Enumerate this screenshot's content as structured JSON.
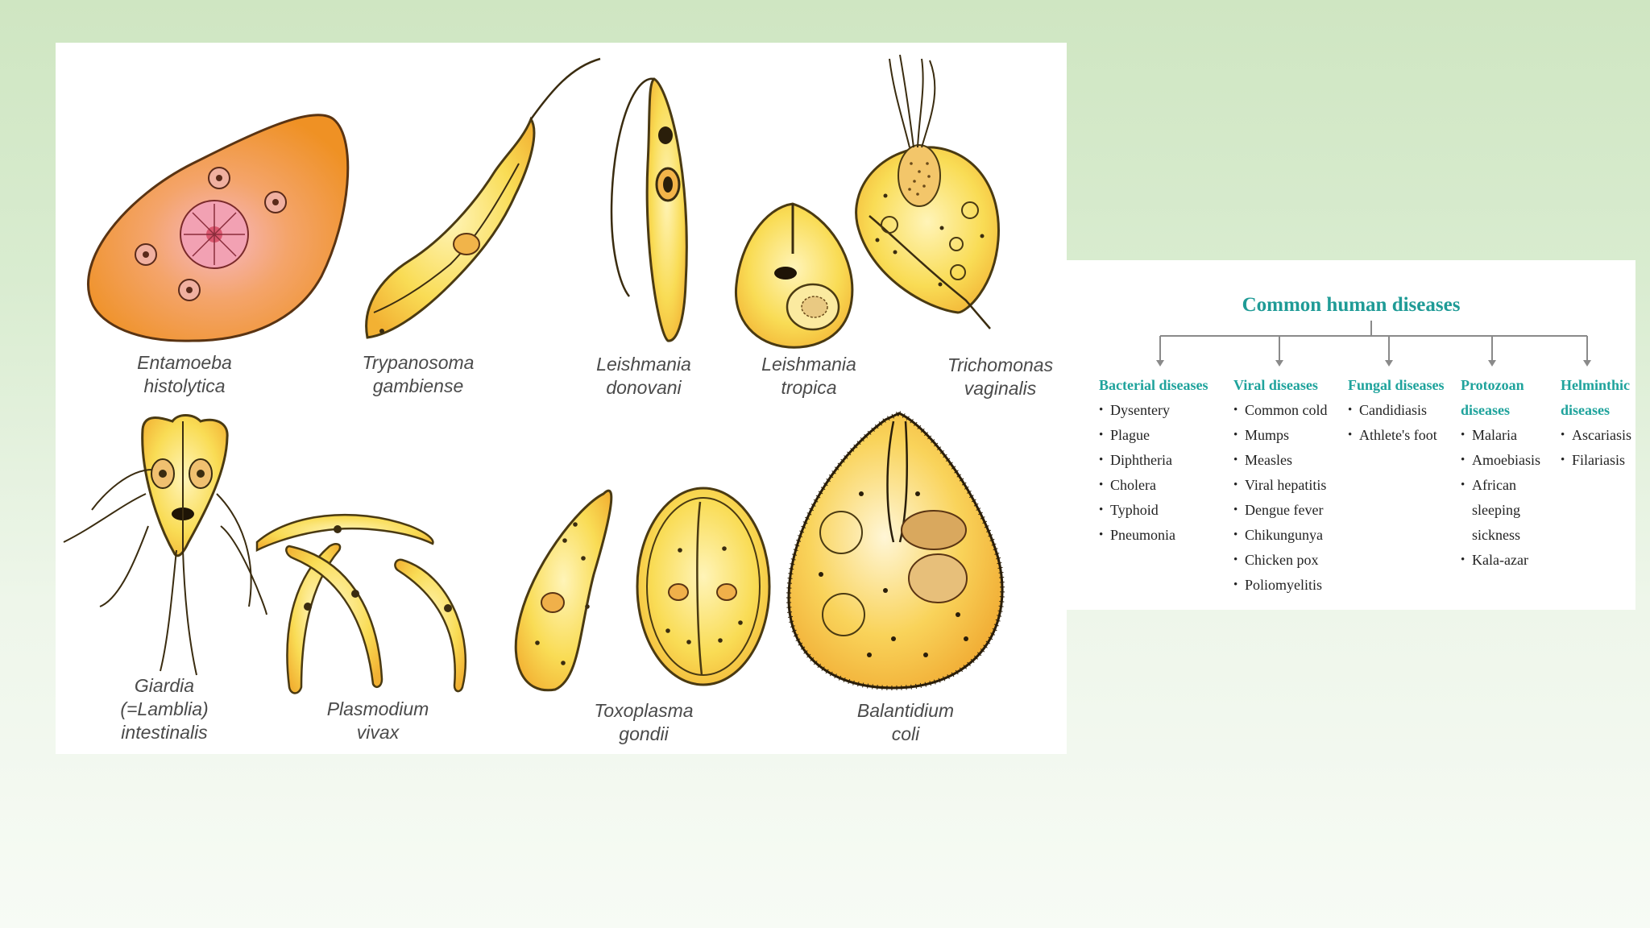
{
  "organisms": [
    {
      "id": "entamoeba",
      "line1": "Entamoeba",
      "line2": "histolytica"
    },
    {
      "id": "trypanosoma",
      "line1": "Trypanosoma",
      "line2": "gambiense"
    },
    {
      "id": "l-donovani",
      "line1": "Leishmania",
      "line2": "donovani"
    },
    {
      "id": "l-tropica",
      "line1": "Leishmania",
      "line2": "tropica"
    },
    {
      "id": "trichomonas",
      "line1": "Trichomonas",
      "line2": "vaginalis"
    },
    {
      "id": "giardia",
      "line1": "Giardia",
      "line2": "(=Lamblia)",
      "line3": "intestinalis"
    },
    {
      "id": "plasmodium",
      "line1": "Plasmodium",
      "line2": "vivax"
    },
    {
      "id": "toxoplasma",
      "line1": "Toxoplasma",
      "line2": "gondii"
    },
    {
      "id": "balantidium",
      "line1": "Balantidium",
      "line2": "coli"
    }
  ],
  "disease_chart": {
    "title": "Common human diseases",
    "categories": [
      {
        "heading": [
          "Bacterial diseases"
        ],
        "items": [
          "Dysentery",
          "Plague",
          "Diphtheria",
          "Cholera",
          "Typhoid",
          "Pneumonia"
        ]
      },
      {
        "heading": [
          "Viral diseases"
        ],
        "items": [
          "Common cold",
          "Mumps",
          "Measles",
          "Viral hepatitis",
          "Dengue fever",
          "Chikungunya",
          "Chicken pox",
          "Poliomyelitis"
        ]
      },
      {
        "heading": [
          "Fungal diseases"
        ],
        "items": [
          "Candidiasis",
          "Athlete's foot"
        ]
      },
      {
        "heading": [
          "Protozoan",
          "diseases"
        ],
        "items": [
          "Malaria",
          "Amoebiasis",
          "African",
          "sleeping",
          "sickness",
          "Kala-azar"
        ]
      },
      {
        "heading": [
          "Helminthic",
          "diseases"
        ],
        "items": [
          "Ascariasis",
          "Filariasis"
        ]
      }
    ]
  },
  "colors": {
    "cell_yellow": "#f8d84a",
    "cell_orange": "#f2a23a",
    "outline": "#3b2a14",
    "teal": "#1fa39c"
  }
}
